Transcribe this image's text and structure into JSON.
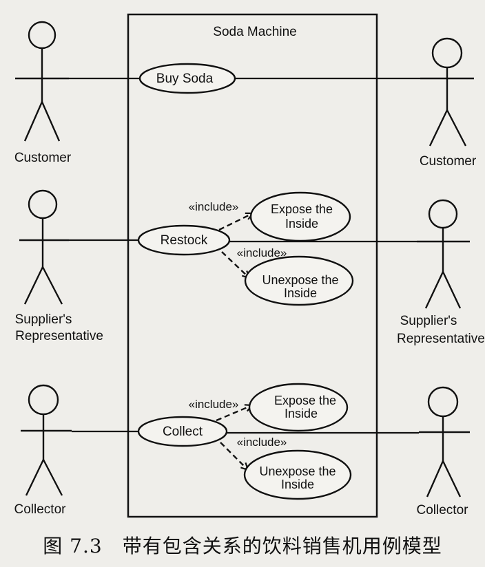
{
  "system": {
    "title": "Soda Machine"
  },
  "actors": {
    "customer_left": "Customer",
    "customer_right": "Customer",
    "supplier_left_line1": "Supplier's",
    "supplier_left_line2": "Representative",
    "supplier_right_line1": "Supplier's",
    "supplier_right_line2": "Representative",
    "collector_left": "Collector",
    "collector_right": "Collector"
  },
  "use_cases": {
    "buy_soda": "Buy Soda",
    "restock": "Restock",
    "collect": "Collect",
    "expose_1_line1": "Expose the",
    "expose_1_line2": "Inside",
    "unexpose_1_line1": "Unexpose the",
    "unexpose_1_line2": "Inside",
    "expose_2_line1": "Expose the",
    "expose_2_line2": "Inside",
    "unexpose_2_line1": "Unexpose the",
    "unexpose_2_line2": "Inside"
  },
  "relations": {
    "include_label": "«include»"
  },
  "caption": "图 7.3　带有包含关系的饮料销售机用例模型"
}
